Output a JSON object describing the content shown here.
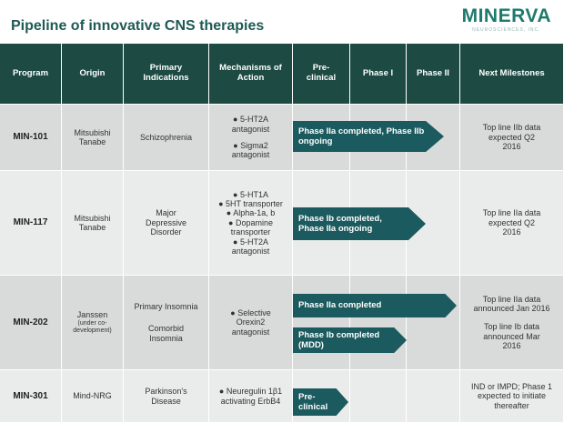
{
  "title": "Pipeline of innovative CNS therapies",
  "logo": {
    "name": "MINERVA",
    "sub": "NEUROSCIENCES, INC."
  },
  "headers": [
    "Program",
    "Origin",
    "Primary Indications",
    "Mechanisms of Action",
    "Pre-clinical",
    "Phase I",
    "Phase II",
    "Next Milestones"
  ],
  "rows": [
    {
      "program": "MIN-101",
      "origin": "Mitsubishi Tanabe",
      "indication": "Schizophrenia",
      "mechanisms": [
        "● 5-HT2A antagonist",
        "● Sigma2 antagonist"
      ],
      "stages": [
        "Phase IIa completed, Phase IIb ongoing"
      ],
      "milestones": "Top line IIb data expected Q2 2016"
    },
    {
      "program": "MIN-117",
      "origin": "Mitsubishi Tanabe",
      "indication": "Major Depressive Disorder",
      "mechanisms": [
        "● 5-HT1A",
        "● 5HT transporter",
        "● Alpha-1a, b",
        "● Dopamine transporter",
        "● 5-HT2A antagonist"
      ],
      "stages": [
        "Phase Ib completed, Phase IIa ongoing"
      ],
      "milestones": "Top line IIa data expected Q2 2016"
    },
    {
      "program": "MIN-202",
      "origin": "Janssen",
      "origin_note": "(under co-development)",
      "indication": "Primary Insomnia",
      "indication2": "Comorbid Insomnia",
      "mechanisms": [
        "● Selective Orexin2 antagonist"
      ],
      "stages": [
        "Phase IIa completed",
        "Phase Ib completed (MDD)"
      ],
      "milestones": "Top line IIa data announced Jan 2016",
      "milestones2": "Top line Ib data announced Mar 2016"
    },
    {
      "program": "MIN-301",
      "origin": "Mind-NRG",
      "indication": "Parkinson's Disease",
      "mechanisms": [
        "● Neuregulin 1β1 activating ErbB4"
      ],
      "stages": [
        "Pre-clinical"
      ],
      "milestones": "IND or IMPD; Phase 1 expected to initiate thereafter"
    }
  ]
}
